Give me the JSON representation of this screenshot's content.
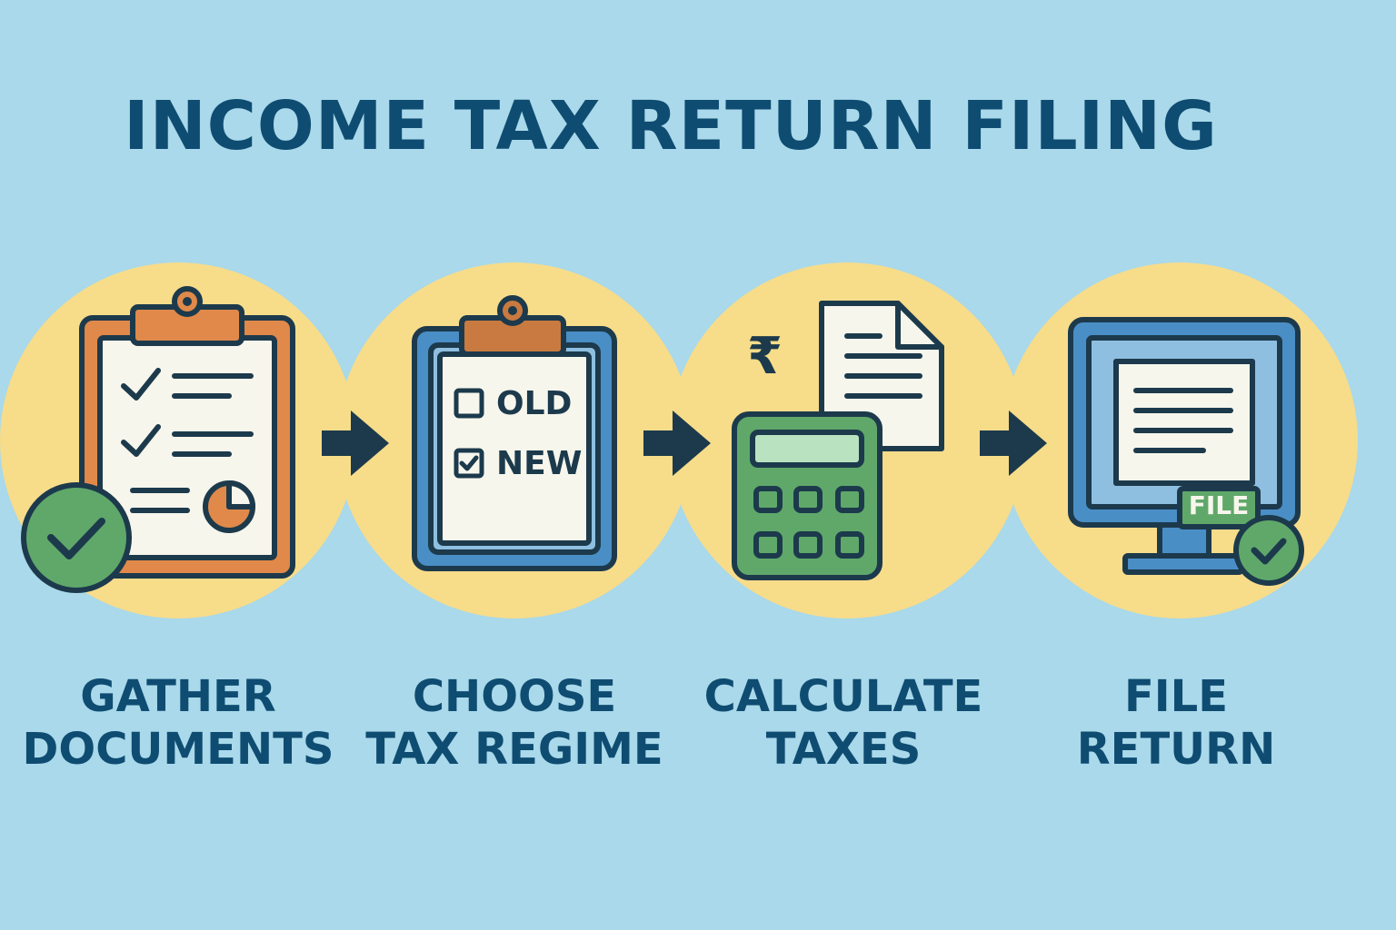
{
  "title": "INCOME TAX RETURN FILING",
  "steps": [
    {
      "line1": "GATHER",
      "line2": "DOCUMENTS",
      "icon": "clipboard-checklist-icon"
    },
    {
      "line1": "CHOOSE",
      "line2": "TAX REGIME",
      "icon": "clipboard-regime-icon",
      "options": [
        {
          "label": "OLD",
          "checked": false
        },
        {
          "label": "NEW",
          "checked": true
        }
      ]
    },
    {
      "line1": "CALCULATE",
      "line2": "TAXES",
      "icon": "calculator-icon",
      "currency_symbol": "₹"
    },
    {
      "line1": "FILE",
      "line2": "RETURN",
      "icon": "computer-monitor-icon",
      "badge": "FILE"
    }
  ],
  "colors": {
    "background": "#a9d9ea",
    "circle": "#f7dc8a",
    "ink": "#0f4c72",
    "outline": "#1c3a4c",
    "orange": "#e0894a",
    "blue": "#4a8ec6",
    "green": "#5fa86a",
    "paper": "#f7f6ec"
  }
}
